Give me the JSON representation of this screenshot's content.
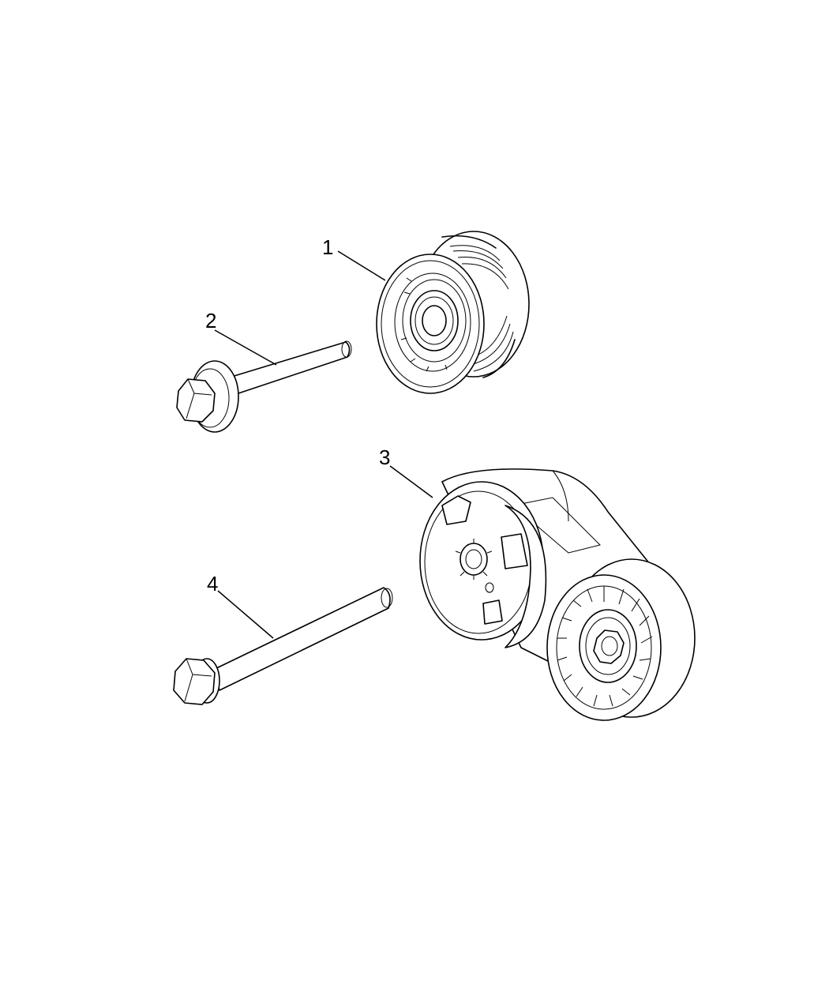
{
  "callouts": [
    {
      "id": "1",
      "part": "idler-pulley"
    },
    {
      "id": "2",
      "part": "pulley-bolt"
    },
    {
      "id": "3",
      "part": "belt-tensioner"
    },
    {
      "id": "4",
      "part": "tensioner-bolt"
    }
  ]
}
